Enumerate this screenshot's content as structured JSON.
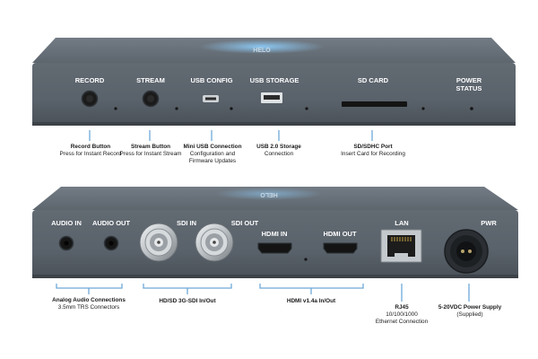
{
  "top_unit": {
    "logo_text": "HELO",
    "port_labels": {
      "record": "RECORD",
      "stream": "STREAM",
      "usb_config": "USB CONFIG",
      "usb_storage": "USB STORAGE",
      "sd_card": "SD CARD",
      "power_status_1": "POWER",
      "power_status_2": "STATUS"
    },
    "callouts": [
      {
        "title": "Record Button",
        "line2": "Press for Instant Record",
        "line3": ""
      },
      {
        "title": "Stream Button",
        "line2": "Press for Instant Stream",
        "line3": ""
      },
      {
        "title": "Mini USB Connection",
        "line2": "Configuration and",
        "line3": "Firmware Updates"
      },
      {
        "title": "USB 2.0 Storage",
        "line2": "Connection",
        "line3": ""
      },
      {
        "title": "SD/SDHC Port",
        "line2": "Insert Card for Recording",
        "line3": ""
      }
    ]
  },
  "bottom_unit": {
    "logo_text": "HELO",
    "port_labels": {
      "audio_in": "AUDIO IN",
      "audio_out": "AUDIO OUT",
      "sdi_in": "SDI IN",
      "sdi_out": "SDI OUT",
      "hdmi_in": "HDMI IN",
      "hdmi_out": "HDMI OUT",
      "lan": "LAN",
      "pwr": "PWR"
    },
    "callouts": [
      {
        "title": "Analog Audio Connections",
        "line2": "3.5mm TRS Connectors",
        "line3": ""
      },
      {
        "title": "HD/SD 3G-SDI In/Out",
        "line2": "",
        "line3": ""
      },
      {
        "title": "HDMI v1.4a In/Out",
        "line2": "",
        "line3": ""
      },
      {
        "title": "RJ45",
        "line2": "10/100/1000",
        "line3": "Ethernet Connection"
      },
      {
        "title": "5-20VDC Power Supply",
        "line2": "(Supplied)",
        "line3": ""
      }
    ]
  },
  "colors": {
    "chassis": "#5c646c",
    "chassis_dark": "#3f464d",
    "chassis_top": "#6f7881",
    "bracket_blue": "#6ea9d8",
    "port_black": "#141414"
  }
}
